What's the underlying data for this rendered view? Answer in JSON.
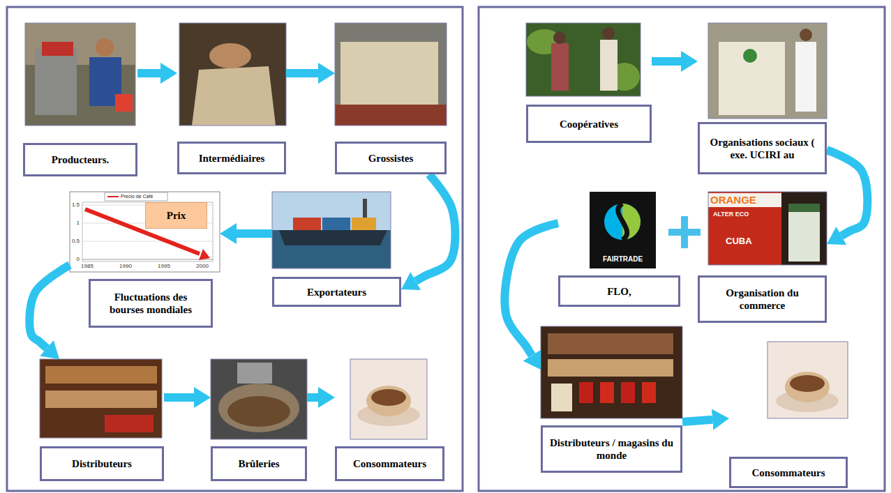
{
  "diagram": {
    "nodes": [
      {
        "text": [
          "Producteurs."
        ]
      },
      {
        "text": [
          "Intermédiaires"
        ]
      },
      {
        "text": [
          "Grossistes"
        ]
      },
      {
        "text": [
          "Exportateurs"
        ]
      },
      {
        "text": [
          "Prix"
        ]
      },
      {
        "text": [
          "Fluctuations des bourses mondiales"
        ]
      },
      {
        "text": [
          "Distributeurs"
        ]
      },
      {
        "text": [
          "Brûleries"
        ]
      },
      {
        "text": [
          "Consommateurs"
        ]
      },
      {
        "text": [
          "Coopératives"
        ]
      },
      {
        "text": [
          "Organisations sociaux ( exe. UCIRI au"
        ]
      },
      {
        "text": [
          "FLO,"
        ]
      },
      {
        "text": [
          "Organisation du commerce"
        ]
      },
      {
        "text": [
          "Distributeurs / magasins du monde"
        ]
      },
      {
        "text": [
          "Consommateurs"
        ]
      }
    ],
    "edges": [
      {
        "from": 0,
        "to": 1,
        "arrow": "to"
      },
      {
        "from": 1,
        "to": 2,
        "arrow": "to"
      },
      {
        "from": 2,
        "to": 3,
        "arrow": "to"
      },
      {
        "from": 3,
        "to": 5,
        "arrow": "to"
      },
      {
        "from": 5,
        "to": 6,
        "arrow": "to"
      },
      {
        "from": 6,
        "to": 7,
        "arrow": "to"
      },
      {
        "from": 7,
        "to": 8,
        "arrow": "to"
      },
      {
        "from": 9,
        "to": 10,
        "arrow": "to"
      },
      {
        "from": 10,
        "to": 12,
        "arrow": "to"
      },
      {
        "from": 11,
        "to": 13,
        "arrow": "to"
      },
      {
        "from": 13,
        "to": 14,
        "arrow": "to"
      }
    ],
    "labels": [
      "1.5",
      "1",
      "0.5",
      "0",
      "1985",
      "1990",
      "1995",
      "2000",
      "FAIRTRADE",
      "ORANGE",
      "ALTER ECO",
      "CUBA"
    ],
    "legend": [
      {
        "text": "Precio de Café"
      }
    ]
  }
}
